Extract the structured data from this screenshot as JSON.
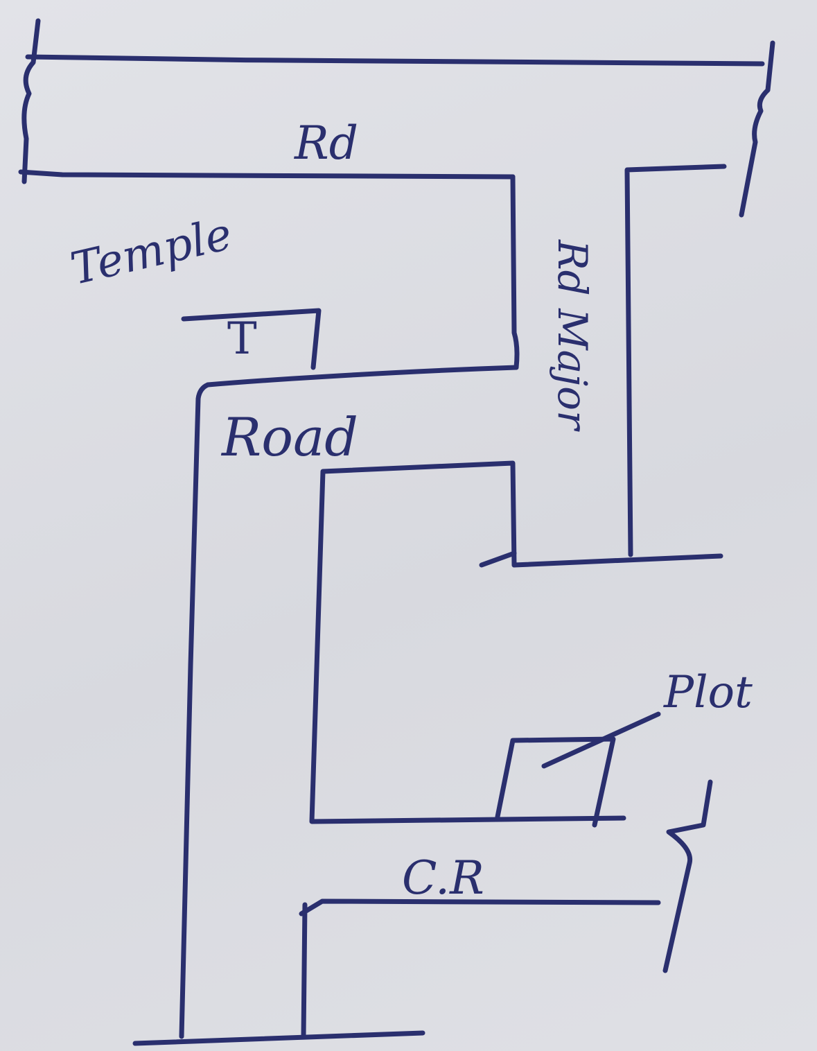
{
  "labels": {
    "top_road": "Rd",
    "temple": "Temple",
    "temple_mark": "T",
    "road": "Road",
    "main_road": "Rd Major",
    "plot": "Plot",
    "cr": "C.R"
  },
  "colors": {
    "ink": "#2a2f6e",
    "paper": "#dcdde3"
  }
}
